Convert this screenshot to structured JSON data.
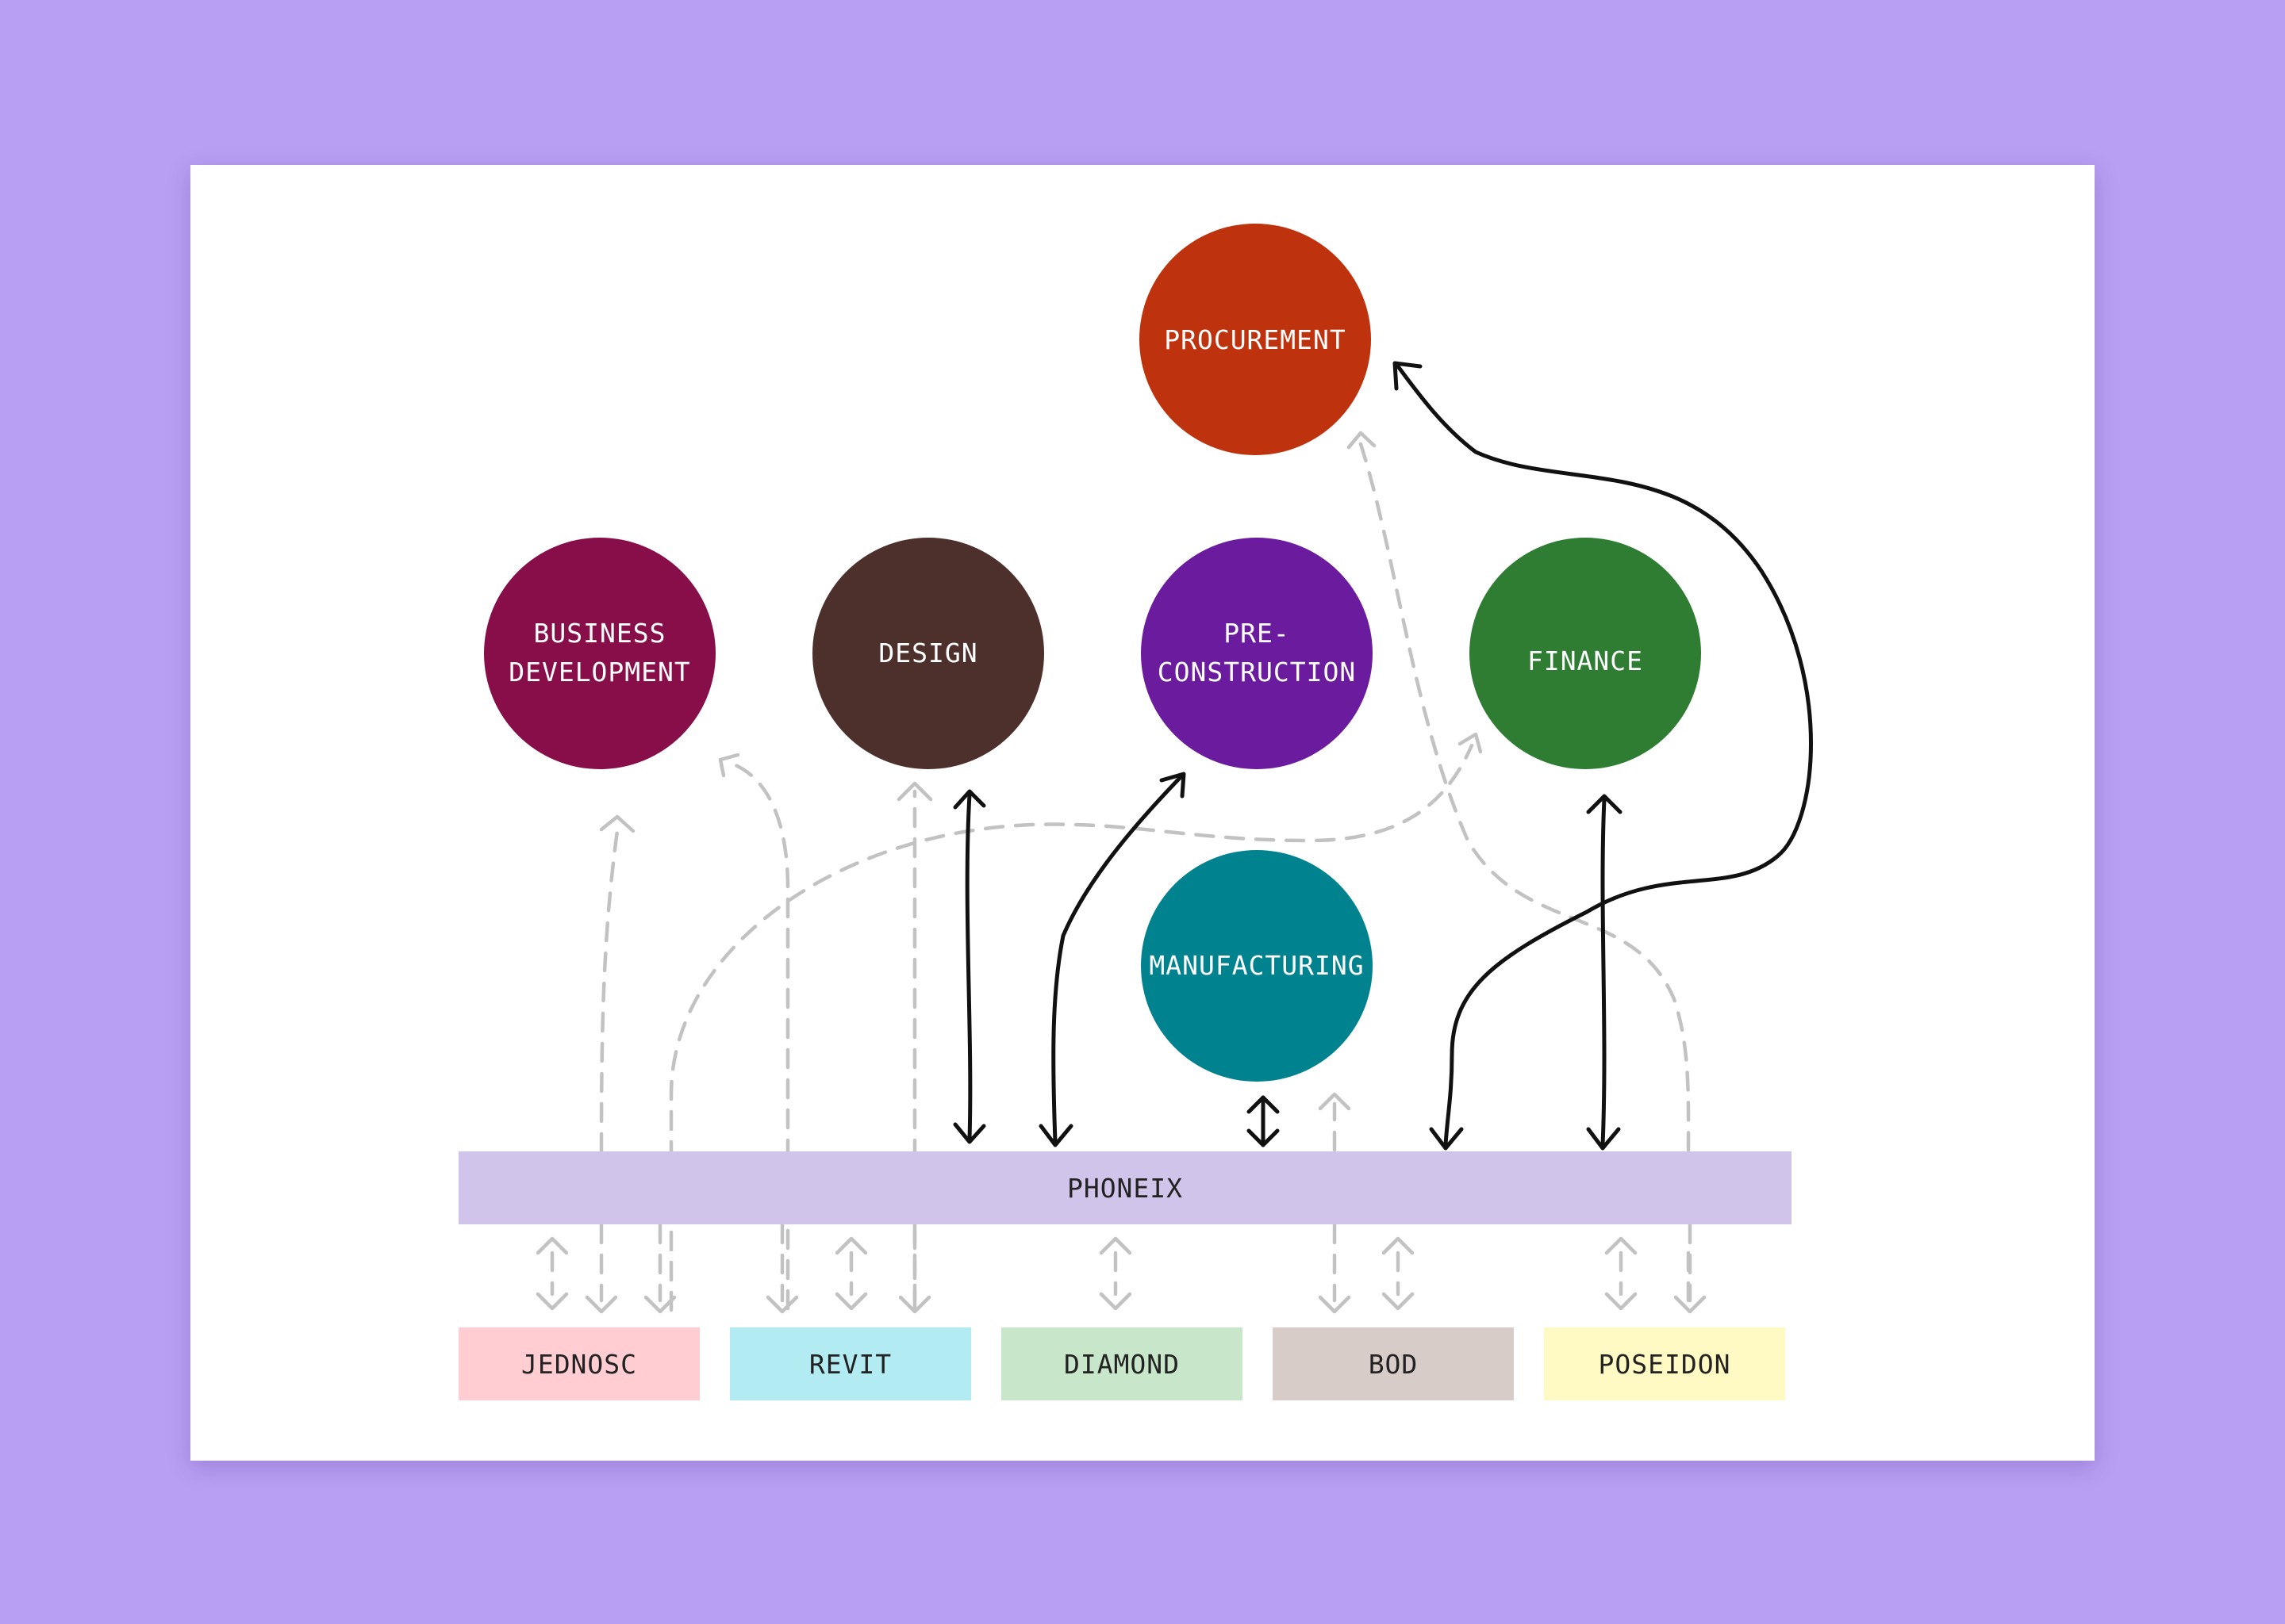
{
  "nodes": {
    "procurement": {
      "label": "PROCUREMENT",
      "color": "#bf320e"
    },
    "business_development": {
      "label_line1": "BUSINESS",
      "label_line2": "DEVELOPMENT",
      "color": "#880e4a"
    },
    "design": {
      "label": "DESIGN",
      "color": "#4d302c"
    },
    "preconstruction": {
      "label_line1": "PRE-",
      "label_line2": "CONSTRUCTION",
      "color": "#6b1b9e"
    },
    "finance": {
      "label": "FINANCE",
      "color": "#2e7d32"
    },
    "manufacturing": {
      "label": "MANUFACTURING",
      "color": "#00838f"
    }
  },
  "hub": {
    "label": "PHONEIX",
    "color": "#d0c4ea"
  },
  "systems": [
    {
      "label": "JEDNOSC",
      "color": "#ffcdd2"
    },
    {
      "label": "REVIT",
      "color": "#b2ebf2"
    },
    {
      "label": "DIAMOND",
      "color": "#c8e6c9"
    },
    {
      "label": "BOD",
      "color": "#d7ccc8"
    },
    {
      "label": "POSEIDON",
      "color": "#fff9c4"
    }
  ]
}
